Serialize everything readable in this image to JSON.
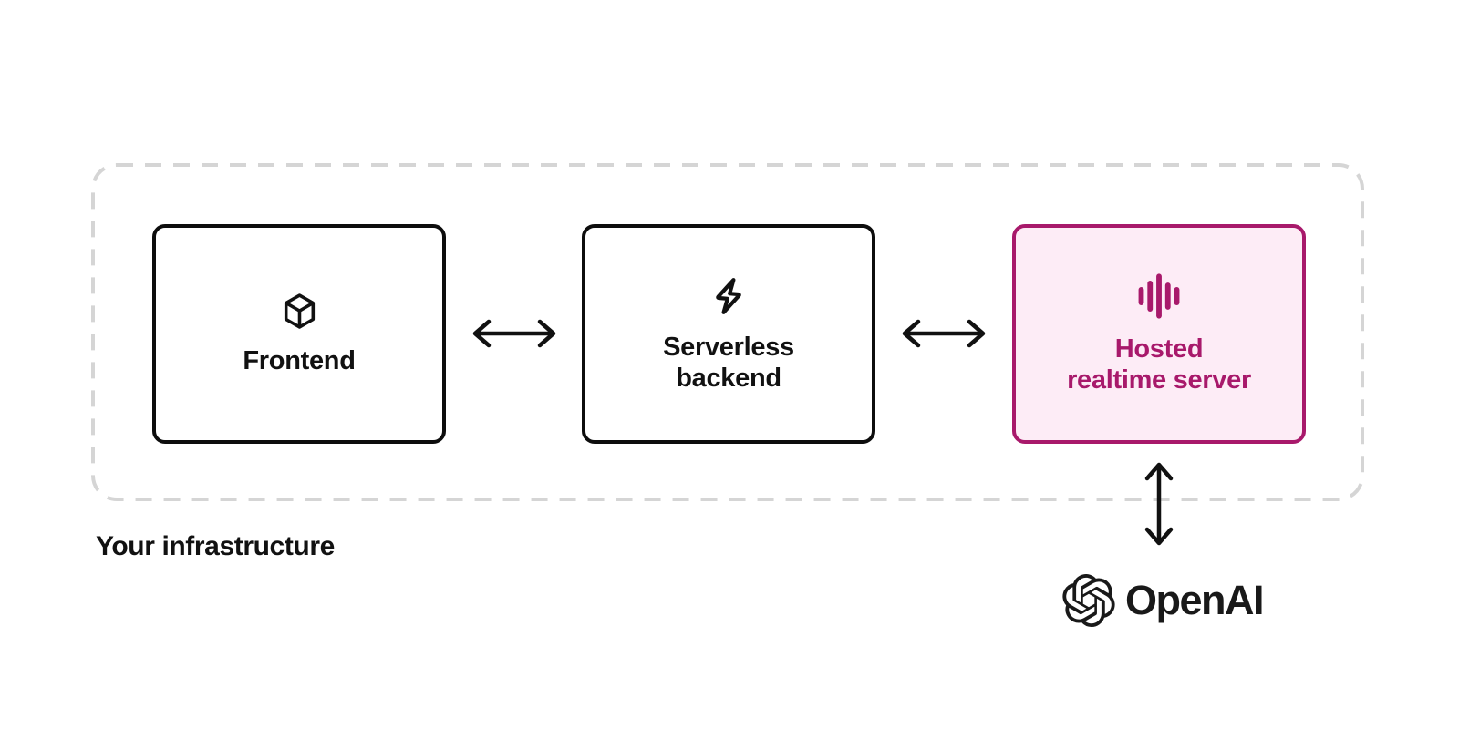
{
  "diagram": {
    "boundary": {
      "label": "Your infrastructure"
    },
    "nodes": [
      {
        "id": "frontend",
        "line1": "Frontend",
        "line2": "",
        "icon": "cube-icon",
        "style": "default"
      },
      {
        "id": "serverless-backend",
        "line1": "Serverless",
        "line2": "backend",
        "icon": "bolt-icon",
        "style": "default"
      },
      {
        "id": "hosted-realtime-server",
        "line1": "Hosted",
        "line2": "realtime server",
        "icon": "waveform-icon",
        "style": "highlighted"
      }
    ],
    "external": {
      "id": "openai",
      "label": "OpenAI",
      "icon": "openai-logo-icon"
    },
    "connections": [
      {
        "from": "frontend",
        "to": "serverless-backend",
        "direction": "bidirectional"
      },
      {
        "from": "serverless-backend",
        "to": "hosted-realtime-server",
        "direction": "bidirectional"
      },
      {
        "from": "hosted-realtime-server",
        "to": "openai",
        "direction": "bidirectional"
      }
    ]
  },
  "colors": {
    "accent": "#a8196b",
    "accent_bg": "#fdecf6",
    "node_border": "#0d0d0d",
    "node_text": "#111111",
    "boundary_dash": "#d5d5d5",
    "arrow": "#111111",
    "canvas_bg": "#ffffff",
    "logo": "#191919"
  }
}
